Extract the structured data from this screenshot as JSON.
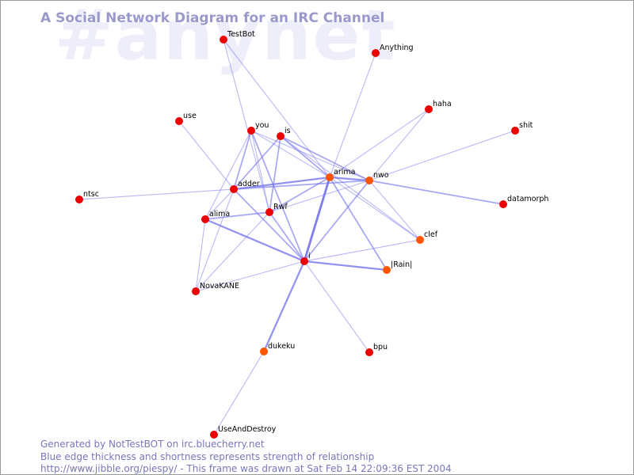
{
  "title": "A Social Network Diagram for an IRC Channel",
  "watermark": "#anynet",
  "footer": {
    "line1": "Generated by NotTestBOT on irc.bluecherry.net",
    "line2": "Blue edge thickness and shortness represents strength of relationship",
    "line3": "http://www.jibble.org/piespy/ - This frame was drawn at Sat Feb 14 22:09:36 EST 2004"
  },
  "colors": {
    "edge": "#7777ee",
    "node_red": "#ee0000",
    "node_orange": "#ff5500",
    "text": "#000000"
  },
  "network": {
    "nodes": [
      {
        "id": "TestBot",
        "label": "TestBot",
        "color": "red"
      },
      {
        "id": "Anything",
        "label": "Anything",
        "color": "red"
      },
      {
        "id": "haha",
        "label": "haha",
        "color": "red"
      },
      {
        "id": "use",
        "label": "use",
        "color": "red"
      },
      {
        "id": "you",
        "label": "you",
        "color": "red"
      },
      {
        "id": "is",
        "label": "is",
        "color": "red"
      },
      {
        "id": "shit",
        "label": "shit",
        "color": "red"
      },
      {
        "id": "arima",
        "label": "arima",
        "color": "orange"
      },
      {
        "id": "nwo",
        "label": "nwo",
        "color": "orange"
      },
      {
        "id": "adder",
        "label": "adder",
        "color": "red"
      },
      {
        "id": "ntsc",
        "label": "ntsc",
        "color": "red"
      },
      {
        "id": "datamorph",
        "label": "datamorph",
        "color": "red"
      },
      {
        "id": "Rwf",
        "label": "Rwf",
        "color": "red"
      },
      {
        "id": "alima",
        "label": "alima",
        "color": "red"
      },
      {
        "id": "clef",
        "label": "clef",
        "color": "orange"
      },
      {
        "id": "i",
        "label": "i",
        "color": "red"
      },
      {
        "id": "Rain",
        "label": "|Rain|",
        "color": "orange"
      },
      {
        "id": "NovaKANE",
        "label": "NovaKANE",
        "color": "red"
      },
      {
        "id": "dukeku",
        "label": "dukeku",
        "color": "orange"
      },
      {
        "id": "bpu",
        "label": "bpu",
        "color": "red"
      },
      {
        "id": "UseAndDestroy",
        "label": "UseAndDestroy",
        "color": "red"
      }
    ],
    "edges": [
      {
        "from": "TestBot",
        "to": "arima",
        "strength": 1
      },
      {
        "from": "TestBot",
        "to": "Rwf",
        "strength": 1
      },
      {
        "from": "Anything",
        "to": "arima",
        "strength": 1
      },
      {
        "from": "haha",
        "to": "arima",
        "strength": 1
      },
      {
        "from": "haha",
        "to": "nwo",
        "strength": 1
      },
      {
        "from": "use",
        "to": "adder",
        "strength": 1
      },
      {
        "from": "you",
        "to": "nwo",
        "strength": 1
      },
      {
        "from": "you",
        "to": "arima",
        "strength": 1
      },
      {
        "from": "you",
        "to": "adder",
        "strength": 2
      },
      {
        "from": "you",
        "to": "Rwf",
        "strength": 1
      },
      {
        "from": "you",
        "to": "i",
        "strength": 2
      },
      {
        "from": "you",
        "to": "alima",
        "strength": 1
      },
      {
        "from": "is",
        "to": "arima",
        "strength": 2
      },
      {
        "from": "is",
        "to": "nwo",
        "strength": 2
      },
      {
        "from": "is",
        "to": "adder",
        "strength": 2
      },
      {
        "from": "is",
        "to": "Rwf",
        "strength": 2
      },
      {
        "from": "is",
        "to": "clef",
        "strength": 1
      },
      {
        "from": "shit",
        "to": "nwo",
        "strength": 1
      },
      {
        "from": "arima",
        "to": "nwo",
        "strength": 3
      },
      {
        "from": "arima",
        "to": "adder",
        "strength": 3
      },
      {
        "from": "arima",
        "to": "Rwf",
        "strength": 2
      },
      {
        "from": "arima",
        "to": "i",
        "strength": 4
      },
      {
        "from": "arima",
        "to": "Rain",
        "strength": 2
      },
      {
        "from": "arima",
        "to": "clef",
        "strength": 1
      },
      {
        "from": "nwo",
        "to": "adder",
        "strength": 2
      },
      {
        "from": "nwo",
        "to": "i",
        "strength": 2
      },
      {
        "from": "nwo",
        "to": "Rwf",
        "strength": 1
      },
      {
        "from": "nwo",
        "to": "datamorph",
        "strength": 2
      },
      {
        "from": "nwo",
        "to": "clef",
        "strength": 1
      },
      {
        "from": "adder",
        "to": "ntsc",
        "strength": 1
      },
      {
        "from": "adder",
        "to": "i",
        "strength": 2
      },
      {
        "from": "adder",
        "to": "alima",
        "strength": 1
      },
      {
        "from": "adder",
        "to": "NovaKANE",
        "strength": 1
      },
      {
        "from": "Rwf",
        "to": "alima",
        "strength": 2
      },
      {
        "from": "Rwf",
        "to": "i",
        "strength": 2
      },
      {
        "from": "Rwf",
        "to": "NovaKANE",
        "strength": 1
      },
      {
        "from": "alima",
        "to": "i",
        "strength": 3
      },
      {
        "from": "alima",
        "to": "NovaKANE",
        "strength": 1
      },
      {
        "from": "i",
        "to": "Rain",
        "strength": 3
      },
      {
        "from": "i",
        "to": "clef",
        "strength": 1
      },
      {
        "from": "i",
        "to": "NovaKANE",
        "strength": 1
      },
      {
        "from": "i",
        "to": "dukeku",
        "strength": 3
      },
      {
        "from": "i",
        "to": "bpu",
        "strength": 1
      },
      {
        "from": "dukeku",
        "to": "UseAndDestroy",
        "strength": 1
      }
    ]
  }
}
